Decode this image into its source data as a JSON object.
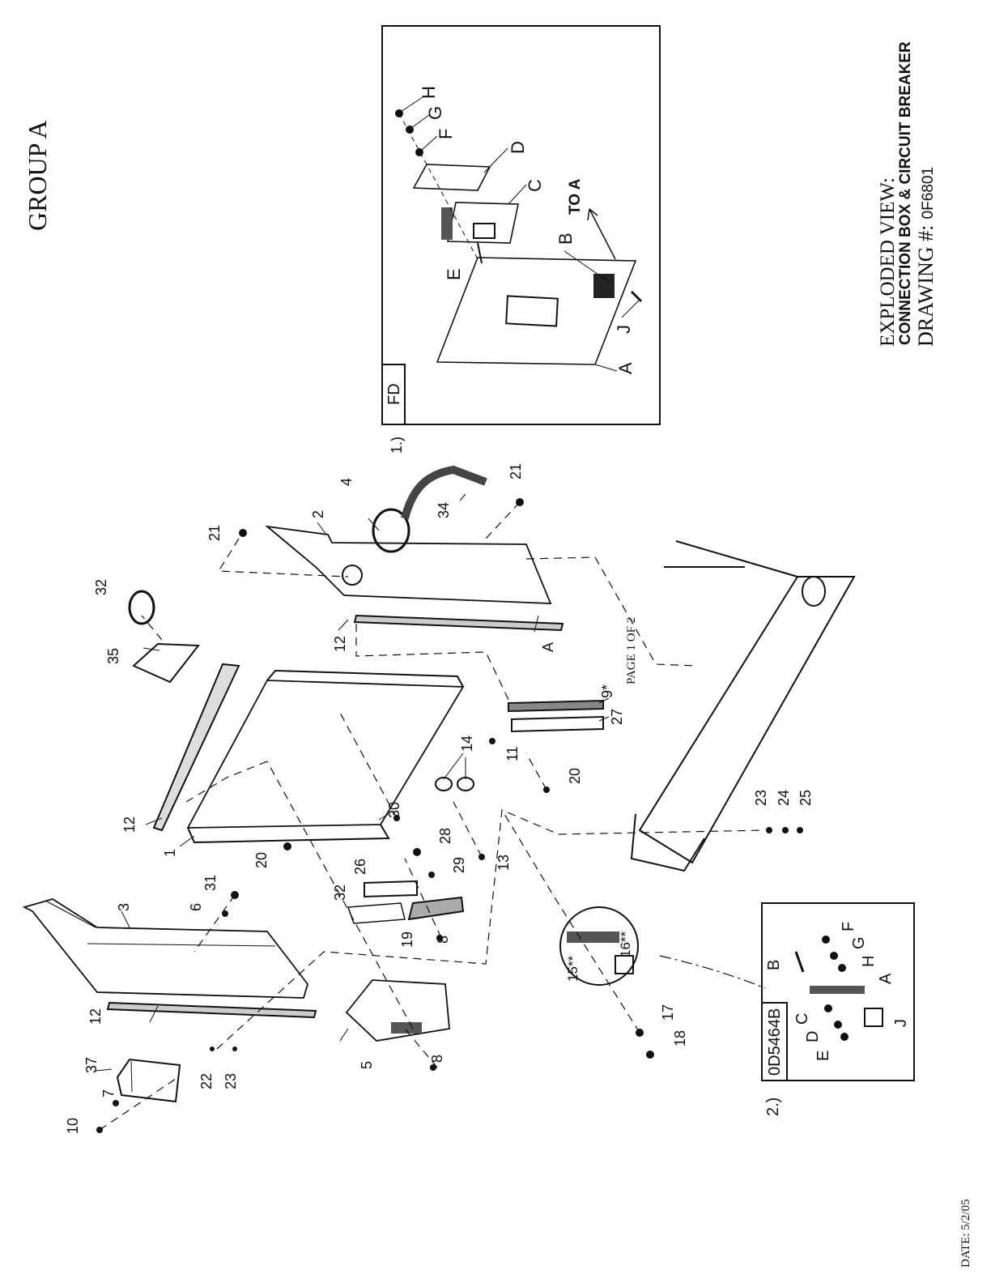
{
  "header": {
    "group": "GROUP A"
  },
  "title_block": {
    "line1": "EXPLODED VIEW:",
    "line2": "CONNECTION BOX & CIRCUIT BREAKER",
    "line3_prefix": "DRAWING #:",
    "line3_number": "0F6801"
  },
  "footer": {
    "page": "PAGE 1 OF 2",
    "date": "DATE:  5/2/05"
  },
  "inset1": {
    "marker": "1.)",
    "tag": "FD",
    "labels": [
      "A",
      "B",
      "C",
      "D",
      "E",
      "F",
      "G",
      "H",
      "J"
    ],
    "to_a": "TO A"
  },
  "inset2": {
    "marker": "2.)",
    "tag": "0D5464B",
    "labels": [
      "A",
      "B",
      "C",
      "D",
      "E",
      "F",
      "G",
      "H",
      "J"
    ]
  },
  "callouts": {
    "c1": "1",
    "c2": "2",
    "c3": "3",
    "c4": "4",
    "c5": "5",
    "c6": "6",
    "c7": "7",
    "c8a": "8",
    "c8b": "8",
    "c9": "9*",
    "c10": "10",
    "c11": "11",
    "c12a": "12",
    "c12b": "12",
    "c12c": "12",
    "c13": "13",
    "c14": "14",
    "c15": "15**",
    "c16": "16**",
    "c17": "17",
    "c18": "18",
    "c20a": "20",
    "c20b": "20",
    "c21a": "21",
    "c21b": "21",
    "c22": "22",
    "c23a": "23",
    "c23b": "23",
    "c24": "24",
    "c25": "25",
    "c26": "26",
    "c27": "27",
    "c28": "28",
    "c29": "29",
    "c30": "30",
    "c31": "31",
    "c32a": "32",
    "c32b": "32",
    "c34": "34",
    "c35": "35",
    "c37": "37",
    "c19": "19",
    "cA": "A"
  }
}
